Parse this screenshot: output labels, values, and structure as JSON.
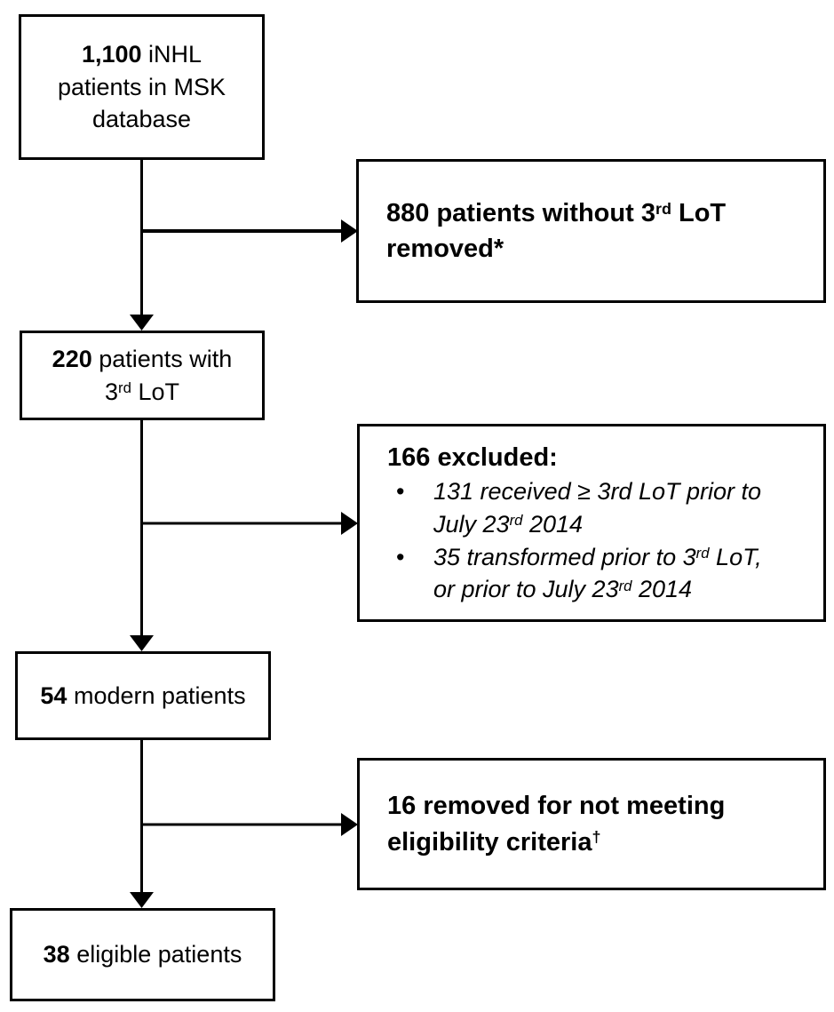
{
  "colors": {
    "background": "#ffffff",
    "border": "#000000",
    "text": "#000000",
    "arrow": "#000000"
  },
  "boxes": {
    "database": {
      "num": "1,100",
      "line1_rest": " iNHL",
      "line2": "patients in MSK",
      "line3": "database"
    },
    "removed_no_3rd_lot": {
      "line1_part1": "880 patients without 3",
      "line1_sup": "rd",
      "line1_part2": " LoT",
      "line2": "removed*"
    },
    "with_3rd_lot": {
      "num": "220",
      "line1_rest": " patients with",
      "line2_part1": "3",
      "line2_sup": "rd",
      "line2_part2": " LoT"
    },
    "excluded": {
      "header": "166 excluded:",
      "bullet_glyph": "•",
      "item1": {
        "line1": "131 received ≥ 3rd LoT prior to",
        "line2_part1": "July 23",
        "line2_sup": "rd",
        "line2_part2": " 2014"
      },
      "item2": {
        "line1_part1": "35 transformed prior to 3",
        "line1_sup": "rd",
        "line1_part2": " LoT,",
        "line2_part1": "or prior to July 23",
        "line2_sup": "rd",
        "line2_part2": " 2014"
      }
    },
    "modern": {
      "num": "54",
      "rest": " modern patients"
    },
    "removed_eligibility": {
      "line1": "16 removed for not meeting",
      "line2_part1": "eligibility criteria",
      "line2_sup": "†"
    },
    "eligible": {
      "num": "38",
      "rest": " eligible patients"
    }
  }
}
